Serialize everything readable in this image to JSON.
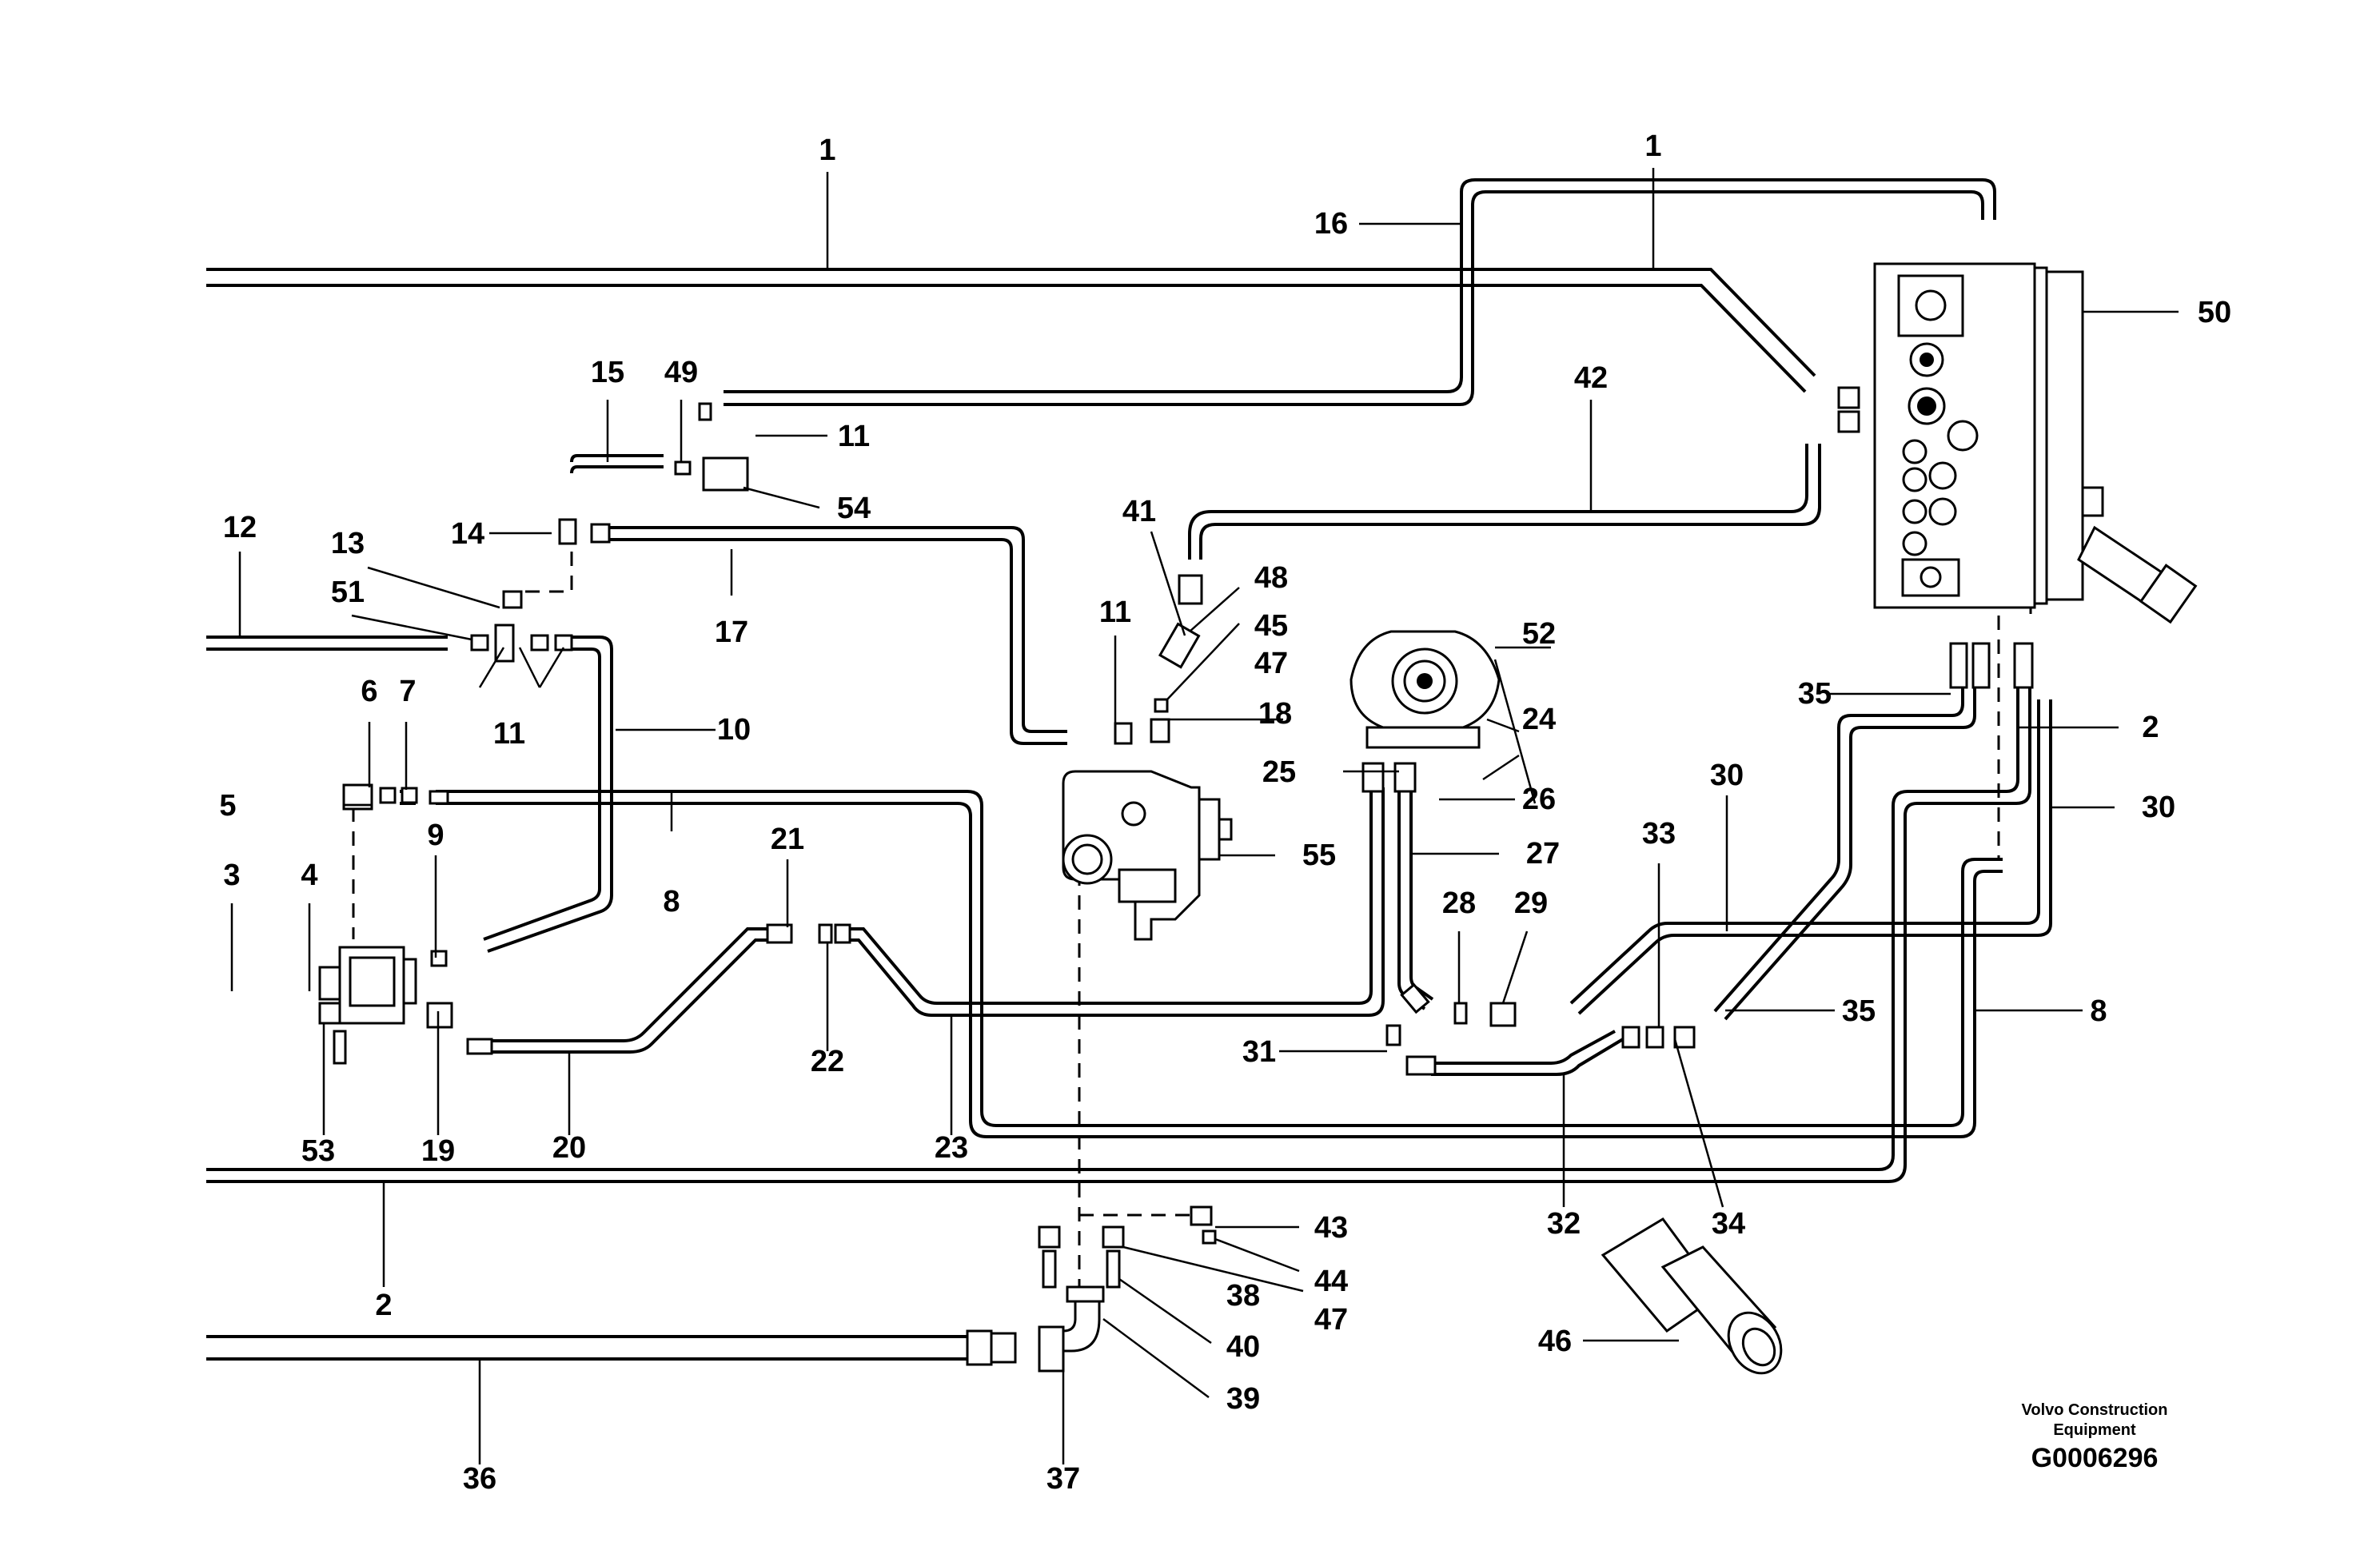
{
  "diagram": {
    "colors": {
      "line": "#000000",
      "background": "#ffffff"
    },
    "credit_line1": "Volvo Construction",
    "credit_line2": "Equipment",
    "document_id": "G0006296",
    "callouts": {
      "c1a": "1",
      "c1b": "1",
      "c16": "16",
      "c50": "50",
      "c15": "15",
      "c49": "49",
      "c11a": "11",
      "c42": "42",
      "c54": "54",
      "c12": "12",
      "c13": "13",
      "c14": "14",
      "c41": "41",
      "c48": "48",
      "c51": "51",
      "c17": "17",
      "c45": "45",
      "c47a": "47",
      "c11b": "11",
      "c52": "52",
      "c18": "18",
      "c11c": "11",
      "c10": "10",
      "c6": "6",
      "c7": "7",
      "c35a": "35",
      "c2a": "2",
      "c24": "24",
      "c25": "25",
      "c26": "26",
      "c30a": "30",
      "c30b": "30",
      "c5": "5",
      "c9": "9",
      "c21": "21",
      "c27": "27",
      "c33": "33",
      "c55": "55",
      "c3": "3",
      "c4": "4",
      "c8a": "8",
      "c28": "28",
      "c29": "29",
      "c35b": "35",
      "c8b": "8",
      "c22": "22",
      "c31": "31",
      "c53": "53",
      "c19": "19",
      "c20": "20",
      "c23": "23",
      "c32": "32",
      "c34": "34",
      "c43": "43",
      "c44": "44",
      "c47b": "47",
      "c38": "38",
      "c2b": "2",
      "c40": "40",
      "c46": "46",
      "c39": "39",
      "c36": "36",
      "c37": "37"
    }
  }
}
